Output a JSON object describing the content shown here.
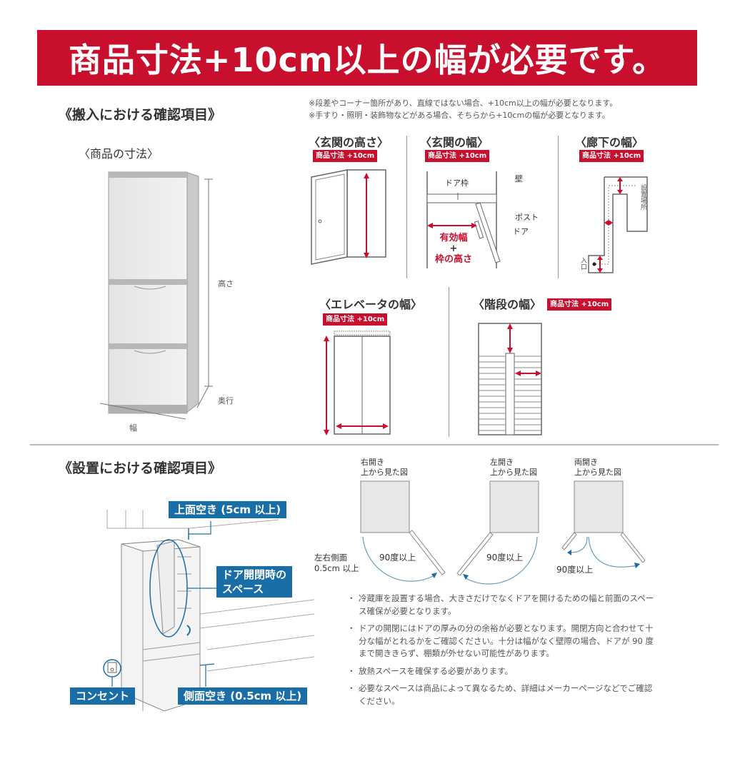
{
  "header": {
    "title": "商品寸法+10cm以上の幅が必要です。",
    "background_color": "#c8102e"
  },
  "delivery_section": {
    "heading": "《搬入における確認項目》",
    "notes": [
      "※段差やコーナー箇所があり、直線ではない場合、+10cm以上の幅が必要となります。",
      "※手すり・照明・装飾物などがある場合、そちらから+10cmの幅が必要となります。"
    ],
    "product_dimensions": {
      "title": "〈商品の寸法〉",
      "labels": {
        "height": "高さ",
        "depth": "奥行",
        "width": "幅"
      }
    },
    "diagrams": [
      {
        "id": "entrance-height",
        "title": "〈玄関の高さ〉",
        "badge": "商品寸法 +10cm"
      },
      {
        "id": "entrance-width",
        "title": "〈玄関の幅〉",
        "badge": "商品寸法 +10cm",
        "labels": {
          "frame": "ドア枠",
          "wall": "壁",
          "post": "ポスト",
          "door": "ドア",
          "effective_width": "有効幅",
          "plus": "+",
          "frame_height": "枠の高さ"
        }
      },
      {
        "id": "hallway-width",
        "title": "〈廊下の幅〉",
        "badge": "商品寸法 +10cm",
        "labels": {
          "install_location": "設置場所",
          "entrance": "入口"
        }
      },
      {
        "id": "elevator-width",
        "title": "〈エレベータの幅〉",
        "badge": "商品寸法 +10cm"
      },
      {
        "id": "stairs-width",
        "title": "〈階段の幅〉",
        "badge": "商品寸法 +10cm"
      }
    ]
  },
  "installation_section": {
    "heading": "《設置における確認項目》",
    "callouts": {
      "top_clearance": "上面空き (5cm 以上)",
      "door_space_line1": "ドア開閉時の",
      "door_space_line2": "スペース",
      "outlet": "コンセント",
      "side_clearance": "側面空き (0.5cm 以上)"
    },
    "side_note_line1": "左右側面",
    "side_note_line2": "0.5cm 以上",
    "door_types": [
      {
        "label": "右開き",
        "caption": "上から見た図",
        "angle": "90度以上"
      },
      {
        "label": "左開き",
        "caption": "上から見た図",
        "angle": "90度以上"
      },
      {
        "label": "両開き",
        "caption": "上から見た図",
        "angle": "90度以上"
      }
    ],
    "bullets": [
      "冷蔵庫を設置する場合、大きさだけでなくドアを開けるための幅と前面のスペース確保が必要となります。",
      "ドアの開閉にはドアの厚みの分の余裕が必要となります。開閉方向と合わせて十分な幅がとれるかをご確認ください。十分は幅がなく壁際の場合、ドアが 90 度まで開ききらず、棚類が外せない可能性があります。",
      "放熱スペースを確保する必要があります。",
      "必要なスペースは商品によって異なるため、詳細はメーカーページなどでご確認ください。"
    ],
    "callout_color": "#1a6ea8"
  }
}
